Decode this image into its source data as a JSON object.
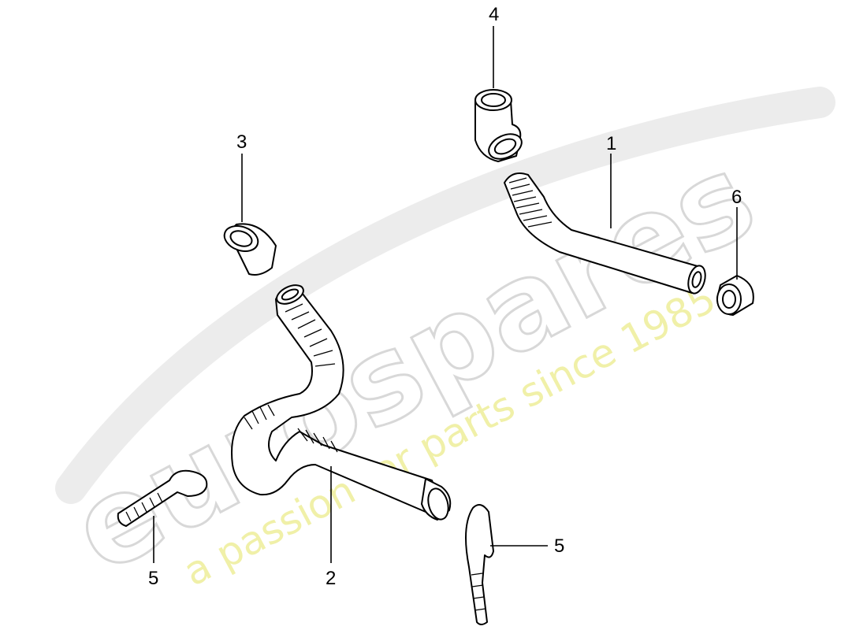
{
  "watermark": {
    "brand": "eurospares",
    "tagline": "a passion for parts since 1985"
  },
  "callouts": [
    {
      "id": "1",
      "label": "1"
    },
    {
      "id": "2",
      "label": "2"
    },
    {
      "id": "3",
      "label": "3"
    },
    {
      "id": "4",
      "label": "4"
    },
    {
      "id": "5a",
      "label": "5"
    },
    {
      "id": "5b",
      "label": "5"
    },
    {
      "id": "6",
      "label": "6"
    }
  ]
}
